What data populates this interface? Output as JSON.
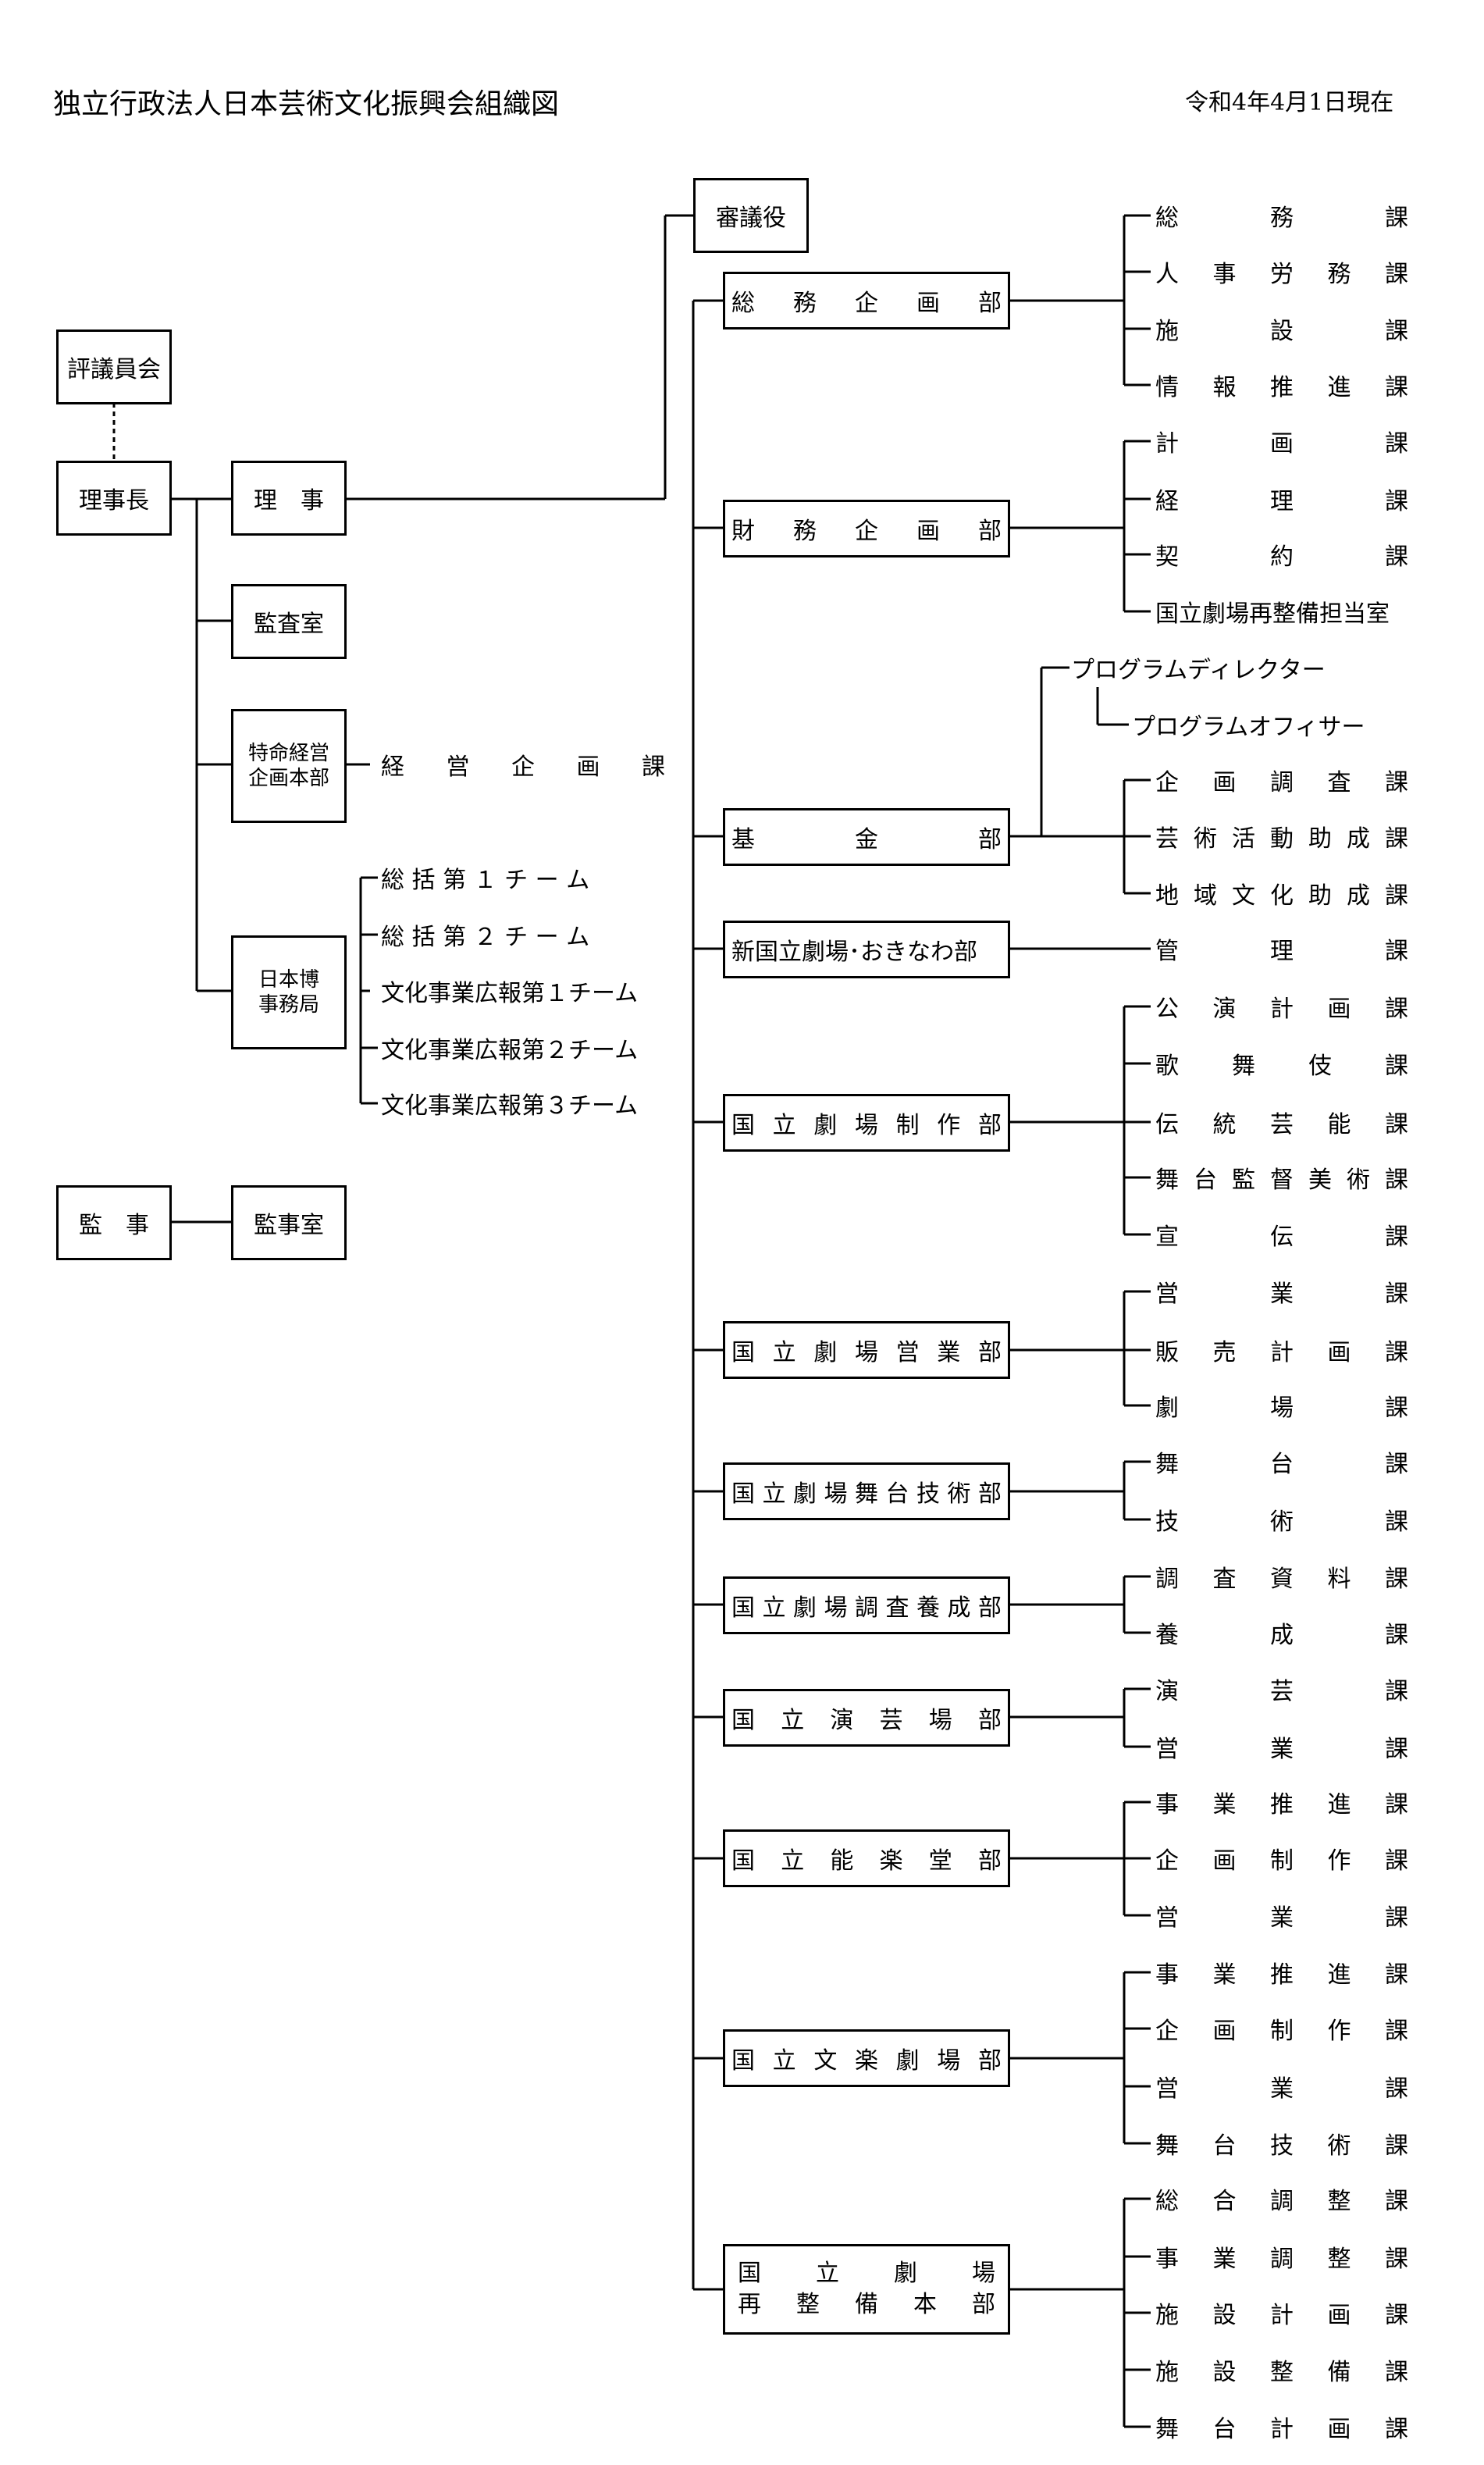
{
  "header": {
    "title": "独立行政法人日本芸術文化振興会組織図",
    "date": "令和4年4月1日現在"
  },
  "left": {
    "council": "評議員会",
    "president": "理事長",
    "director": "理　事",
    "audit_office": "監査室",
    "special": "特命経営\n企画本部",
    "special_sections": [
      "経　営　企　画　課"
    ],
    "expo": "日本博\n事務局",
    "expo_teams": [
      "総 括 第 １ チ ー ム",
      "総 括 第 ２ チ ー ム",
      "文化事業広報第１チーム",
      "文化事業広報第２チーム",
      "文化事業広報第３チーム"
    ],
    "auditor": "監　事",
    "auditor_office": "監事室"
  },
  "councillor": "審議役",
  "departments": [
    {
      "name": "総務企画部",
      "sections": [
        "総務課",
        "人事労務課",
        "施設課",
        "情報推進課"
      ]
    },
    {
      "name": "財務企画部",
      "sections": [
        "計画課",
        "経理課",
        "契約課",
        "国立劇場再整備担当室"
      ]
    },
    {
      "name": "基金部",
      "program": [
        "プログラムディレクター",
        "プログラムオフィサー"
      ],
      "sections": [
        "企画調査課",
        "芸術活動助成課",
        "地域文化助成課"
      ]
    },
    {
      "name": "新国立劇場･おきなわ部",
      "sections": [
        "管理課"
      ]
    },
    {
      "name": "国立劇場制作部",
      "sections": [
        "公演計画課",
        "歌舞伎課",
        "伝統芸能課",
        "舞台監督美術課",
        "宣伝課"
      ]
    },
    {
      "name": "国立劇場営業部",
      "sections": [
        "営業課",
        "販売計画課",
        "劇場課"
      ]
    },
    {
      "name": "国立劇場舞台技術部",
      "sections": [
        "舞台課",
        "技術課"
      ]
    },
    {
      "name": "国立劇場調査養成部",
      "sections": [
        "調査資料課",
        "養成課"
      ]
    },
    {
      "name": "国立演芸場部",
      "sections": [
        "演芸課",
        "営業課"
      ]
    },
    {
      "name": "国立能楽堂部",
      "sections": [
        "事業推進課",
        "企画制作課",
        "営業課"
      ]
    },
    {
      "name": "国立文楽劇場部",
      "sections": [
        "事業推進課",
        "企画制作課",
        "営業課",
        "舞台技術課"
      ]
    },
    {
      "name": "国立劇場再整備本部",
      "name_lines": [
        "国立劇場",
        "再整備本部"
      ],
      "sections": [
        "総合調整課",
        "事業調整課",
        "施設計画課",
        "施設整備課",
        "舞台計画課"
      ]
    }
  ]
}
